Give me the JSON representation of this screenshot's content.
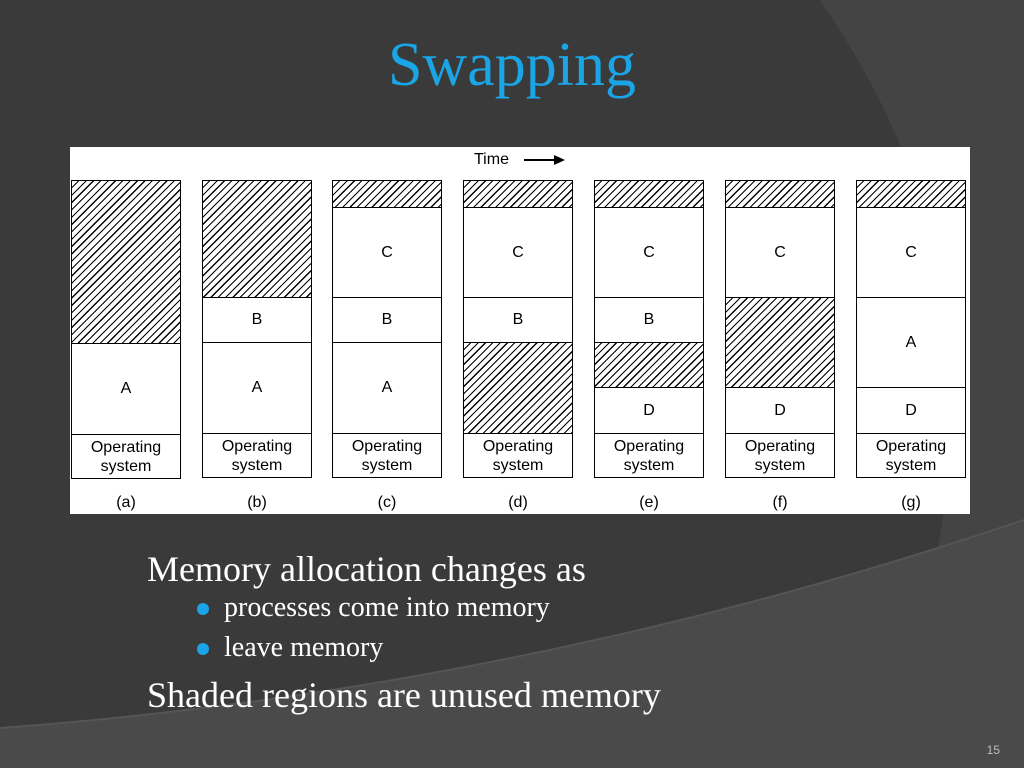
{
  "slide": {
    "title": "Swapping",
    "page_number": "15"
  },
  "diagram": {
    "time_label": "Time",
    "columns": [
      {
        "label": "(a)",
        "segments": [
          {
            "kind": "free",
            "label": ""
          },
          {
            "kind": "proc",
            "label": "A"
          },
          {
            "kind": "os",
            "label": "Operating system"
          }
        ]
      },
      {
        "label": "(b)",
        "segments": [
          {
            "kind": "free",
            "label": ""
          },
          {
            "kind": "proc",
            "label": "B"
          },
          {
            "kind": "proc",
            "label": "A"
          },
          {
            "kind": "os",
            "label": "Operating system"
          }
        ]
      },
      {
        "label": "(c)",
        "segments": [
          {
            "kind": "free",
            "label": ""
          },
          {
            "kind": "proc",
            "label": "C"
          },
          {
            "kind": "proc",
            "label": "B"
          },
          {
            "kind": "proc",
            "label": "A"
          },
          {
            "kind": "os",
            "label": "Operating system"
          }
        ]
      },
      {
        "label": "(d)",
        "segments": [
          {
            "kind": "free",
            "label": ""
          },
          {
            "kind": "proc",
            "label": "C"
          },
          {
            "kind": "proc",
            "label": "B"
          },
          {
            "kind": "free",
            "label": ""
          },
          {
            "kind": "os",
            "label": "Operating system"
          }
        ]
      },
      {
        "label": "(e)",
        "segments": [
          {
            "kind": "free",
            "label": ""
          },
          {
            "kind": "proc",
            "label": "C"
          },
          {
            "kind": "proc",
            "label": "B"
          },
          {
            "kind": "free",
            "label": ""
          },
          {
            "kind": "proc",
            "label": "D"
          },
          {
            "kind": "os",
            "label": "Operating system"
          }
        ]
      },
      {
        "label": "(f)",
        "segments": [
          {
            "kind": "free",
            "label": ""
          },
          {
            "kind": "proc",
            "label": "C"
          },
          {
            "kind": "free",
            "label": ""
          },
          {
            "kind": "proc",
            "label": "D"
          },
          {
            "kind": "os",
            "label": "Operating system"
          }
        ]
      },
      {
        "label": "(g)",
        "segments": [
          {
            "kind": "free",
            "label": ""
          },
          {
            "kind": "proc",
            "label": "C"
          },
          {
            "kind": "proc",
            "label": "A"
          },
          {
            "kind": "proc",
            "label": "D"
          },
          {
            "kind": "os",
            "label": "Operating system"
          }
        ]
      }
    ]
  },
  "bullets": {
    "line1": "Memory allocation changes as",
    "sub": [
      "processes come into memory",
      "leave memory"
    ],
    "line2": "Shaded regions are unused memory"
  },
  "colors": {
    "background": "#3a3a3a",
    "accent": "#1aa6e6"
  }
}
